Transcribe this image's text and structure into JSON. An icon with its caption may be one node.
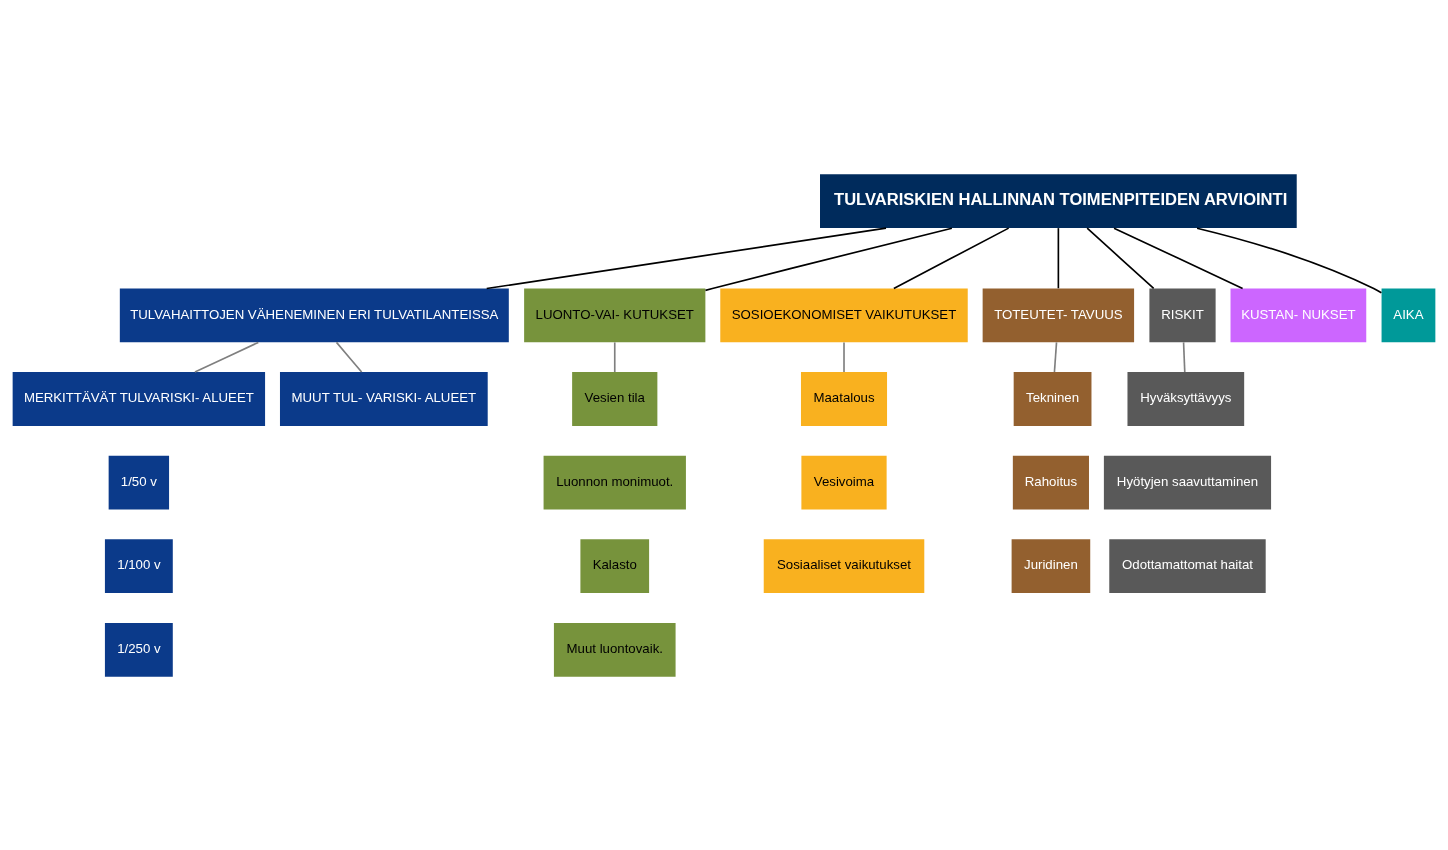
{
  "diagram": {
    "nodes": [
      {
        "text": [
          "TULVARISKIEN HALLINNAN TOIMENPITEIDEN ARVIOINTI"
        ]
      },
      {
        "text": [
          "TULVAHAITTOJEN VÄHENEMINEN ERI TULVATILANTEISSA"
        ]
      },
      {
        "text": [
          "LUONTO-VAI- KUTUKSET"
        ]
      },
      {
        "text": [
          "SOSIOEKONOMISET VAIKUTUKSET"
        ]
      },
      {
        "text": [
          "TOTEUTET- TAVUUS"
        ]
      },
      {
        "text": [
          "RISKIT"
        ]
      },
      {
        "text": [
          "KUSTAN- NUKSET"
        ]
      },
      {
        "text": [
          "AIKA"
        ]
      },
      {
        "text": [
          "MERKITTÄVÄT TULVARISKI- ALUEET"
        ]
      },
      {
        "text": [
          "MUUT TUL- VARISKI- ALUEET"
        ]
      },
      {
        "text": [
          "1/50 v"
        ]
      },
      {
        "text": [
          "1/100 v"
        ]
      },
      {
        "text": [
          "1/250 v"
        ]
      },
      {
        "text": [
          "Vesien tila"
        ]
      },
      {
        "text": [
          "Luonnon monimuot."
        ]
      },
      {
        "text": [
          "Kalasto"
        ]
      },
      {
        "text": [
          "Muut luontovaik."
        ]
      },
      {
        "text": [
          "Maatalous"
        ]
      },
      {
        "text": [
          "Vesivoima"
        ]
      },
      {
        "text": [
          "Sosiaaliset vaikutukset"
        ]
      },
      {
        "text": [
          "Tekninen"
        ]
      },
      {
        "text": [
          "Rahoitus"
        ]
      },
      {
        "text": [
          "Juridinen"
        ]
      },
      {
        "text": [
          "Hyväksyttävyys"
        ]
      },
      {
        "text": [
          "Hyötyjen saavuttaminen"
        ]
      },
      {
        "text": [
          "Odottamattomat haitat"
        ]
      }
    ],
    "edges": [
      {
        "from": 0,
        "to": 1,
        "arrow": "none"
      },
      {
        "from": 0,
        "to": 2,
        "arrow": "none"
      },
      {
        "from": 0,
        "to": 3,
        "arrow": "none"
      },
      {
        "from": 0,
        "to": 4,
        "arrow": "none"
      },
      {
        "from": 0,
        "to": 5,
        "arrow": "none"
      },
      {
        "from": 0,
        "to": 6,
        "arrow": "none"
      },
      {
        "from": 0,
        "to": 7,
        "arrow": "none"
      },
      {
        "from": 1,
        "to": 8,
        "arrow": "none",
        "color": "#7f7f7f"
      },
      {
        "from": 1,
        "to": 9,
        "arrow": "none",
        "color": "#7f7f7f"
      },
      {
        "from": 2,
        "to": 13,
        "arrow": "none",
        "color": "#7f7f7f"
      },
      {
        "from": 3,
        "to": 17,
        "arrow": "none",
        "color": "#7f7f7f"
      },
      {
        "from": 4,
        "to": 20,
        "arrow": "none",
        "color": "#7f7f7f"
      },
      {
        "from": 5,
        "to": 23,
        "arrow": "none",
        "color": "#7f7f7f"
      }
    ]
  }
}
